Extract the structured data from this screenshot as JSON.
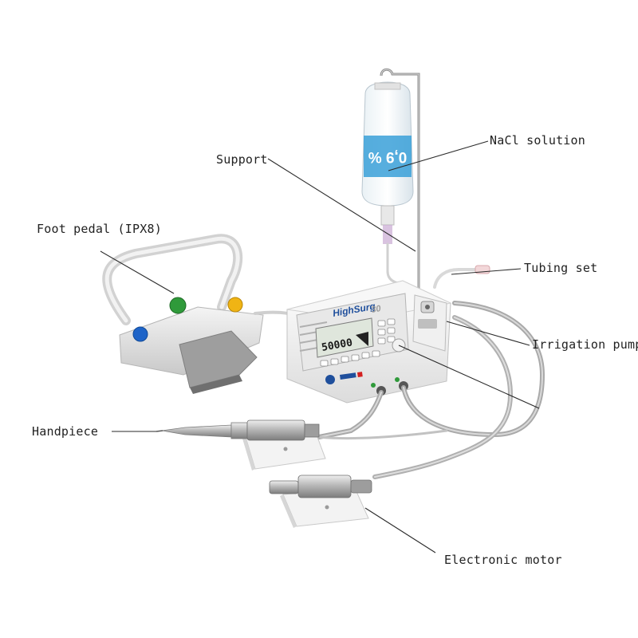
{
  "labels": {
    "nacl": "NaCl solution",
    "support": "Support",
    "foot_pedal": "Foot pedal (IPX8)",
    "tubing_set": "Tubing set",
    "irrigation_pump": "Irrigation pump",
    "handpiece": "Handpiece",
    "electronic_motor": "Electronic motor"
  },
  "device": {
    "brand": "HighSurg",
    "model_suffix": "30",
    "display_value": "50000",
    "bag_label": "0,9 %"
  },
  "colors": {
    "pedal_green": "#2f9a3a",
    "pedal_yellow": "#f0b414",
    "pedal_blue": "#1e64c8",
    "saline_blue": "#3aa0d8"
  }
}
